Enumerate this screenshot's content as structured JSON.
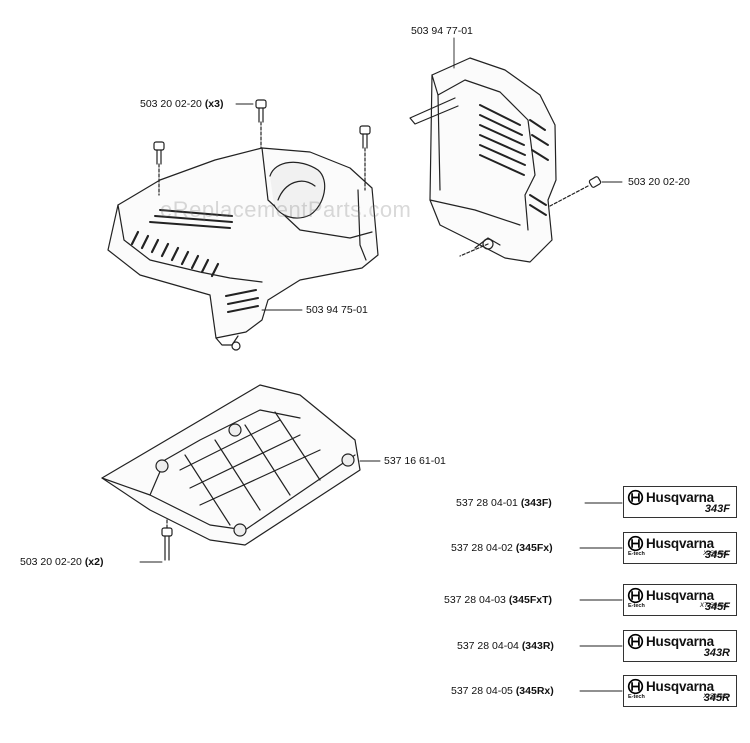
{
  "watermark": "eReplacementParts.com",
  "brand": "Husqvarna",
  "callouts": [
    {
      "part": "503 94 77-01",
      "qty": ""
    },
    {
      "part": "503 20 02-20",
      "qty": "(x3)"
    },
    {
      "part": "503 20 02-20",
      "qty": ""
    },
    {
      "part": "503 94 75-01",
      "qty": ""
    },
    {
      "part": "537 16 61-01",
      "qty": ""
    },
    {
      "part": "503 20 02-20",
      "qty": "(x2)"
    }
  ],
  "decals": [
    {
      "part": "537 28 04-01",
      "variant": "(343F)",
      "model": "343F",
      "series": "",
      "etech": ""
    },
    {
      "part": "537 28 04-02",
      "variant": "(345Fx)",
      "model": "345F",
      "series": "X-Series",
      "etech": "E-tech"
    },
    {
      "part": "537 28 04-03",
      "variant": "(345FxT)",
      "model": "345F",
      "series": "XT-Series",
      "etech": "E-tech"
    },
    {
      "part": "537 28 04-04",
      "variant": "(343R)",
      "model": "343R",
      "series": "",
      "etech": ""
    },
    {
      "part": "537 28 04-05",
      "variant": "(345Rx)",
      "model": "345R",
      "series": "X-Series",
      "etech": "E-tech"
    }
  ]
}
